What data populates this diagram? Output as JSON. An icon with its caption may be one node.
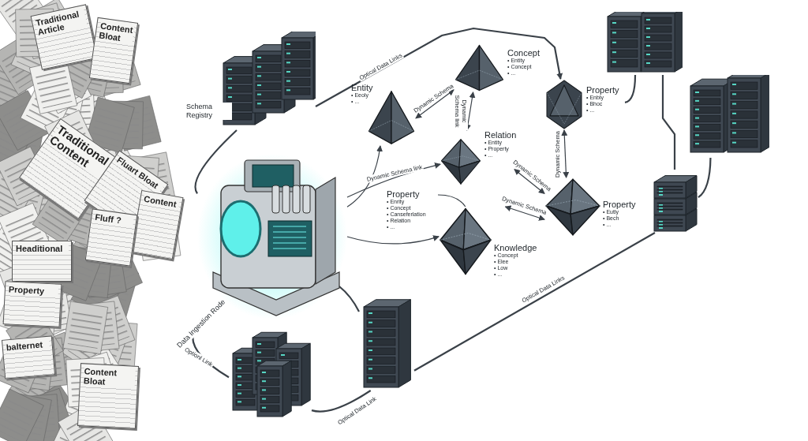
{
  "diagram": {
    "nodes": [
      {
        "text": [
          "Traditional Article"
        ]
      },
      {
        "text": [
          "Content Bloat"
        ]
      },
      {
        "text": [
          "Traditional Content"
        ]
      },
      {
        "text": [
          "Fluart Bloat"
        ]
      },
      {
        "text": [
          "Content"
        ]
      },
      {
        "text": [
          "Fluff ?"
        ]
      },
      {
        "text": [
          "Headitional"
        ]
      },
      {
        "text": [
          "Property"
        ]
      },
      {
        "text": [
          "balternet"
        ]
      },
      {
        "text": [
          "Content Bloat"
        ]
      },
      {
        "text": [],
        "shape": "picture",
        "beside": [
          "Schema Registry"
        ]
      },
      {
        "text": [],
        "shape": "picture",
        "beside": [
          "Data Ingestion Rode"
        ]
      },
      {
        "text": [
          "Entity",
          "• Eeoly",
          "• ..."
        ]
      },
      {
        "text": [
          "Concept",
          "• Entity",
          "• Concept",
          "• ..."
        ]
      },
      {
        "text": [
          "Relation",
          "• Entity",
          "• Property",
          "• ..."
        ]
      },
      {
        "text": [
          "Knowledge",
          "• Concept",
          "• Elee",
          "• Low",
          "• ..."
        ]
      },
      {
        "text": [
          "Property",
          "• Enrity",
          "• Concept",
          "• Canseferlation",
          "• Relation",
          "• ..."
        ]
      },
      {
        "text": [
          "Property",
          "• Enbly",
          "• Bhoc",
          "• ..."
        ]
      },
      {
        "text": [
          "Property",
          "• Eutly",
          "• Bech",
          "• ..."
        ]
      },
      {
        "text": [],
        "shape": "picture"
      },
      {
        "text": [],
        "shape": "picture"
      },
      {
        "text": [],
        "shape": "picture"
      },
      {
        "text": [],
        "shape": "picture"
      },
      {
        "text": [],
        "shape": "picture"
      }
    ],
    "edges": [
      {
        "from": 10,
        "to": 17,
        "arrow": "to",
        "label": "Optical Data Links"
      },
      {
        "from": 11,
        "to": 10,
        "arrow": "none"
      },
      {
        "from": 11,
        "to": 12,
        "arrow": "to"
      },
      {
        "from": 11,
        "to": 14,
        "arrow": "to",
        "label": "Dynamic Schema link"
      },
      {
        "from": 11,
        "to": 15,
        "arrow": "to"
      },
      {
        "from": 12,
        "to": 13,
        "arrow": "both",
        "label": "Dynamic Schema"
      },
      {
        "from": 13,
        "to": 14,
        "arrow": "both",
        "label": "Dynamic Schema link"
      },
      {
        "from": 14,
        "to": 18,
        "arrow": "both",
        "label": "Dynamic Schema"
      },
      {
        "from": 17,
        "to": 18,
        "arrow": "both",
        "label": "Dynamic Schema"
      },
      {
        "from": 15,
        "to": 18,
        "arrow": "both",
        "label": "Dynamic Schema"
      },
      {
        "from": 17,
        "to": 19,
        "arrow": "none"
      },
      {
        "from": 19,
        "to": 21,
        "arrow": "none"
      },
      {
        "from": 20,
        "to": 21,
        "arrow": "none"
      },
      {
        "from": 21,
        "to": 22,
        "arrow": "none",
        "label": "Optical Data Links"
      },
      {
        "from": 11,
        "to": 22,
        "arrow": "none"
      },
      {
        "from": 22,
        "to": 23,
        "arrow": "none",
        "label": "Optical Data Link"
      },
      {
        "from": 11,
        "to": 23,
        "arrow": "none",
        "label": "Optionl Link"
      },
      {
        "from": 16,
        "to": 15,
        "arrow": "none"
      }
    ]
  }
}
